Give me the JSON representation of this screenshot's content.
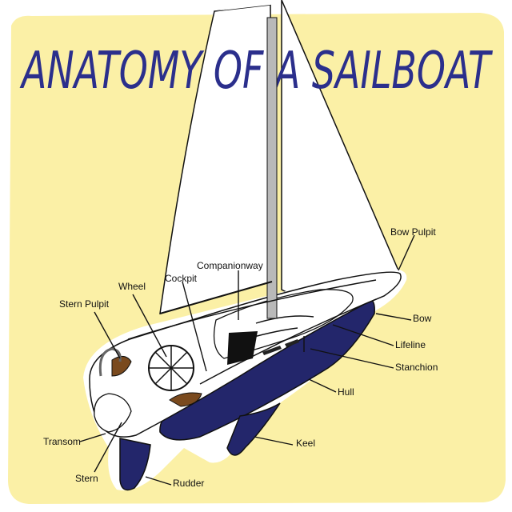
{
  "title": "ANATOMY OF A SAILBOAT",
  "colors": {
    "background": "#fbf0a6",
    "title": "#2b2f8c",
    "hull": "#23266b",
    "sail": "#ffffff",
    "mast": "#b9b9b9",
    "seat": "#7a4a1e",
    "outline": "#111111"
  },
  "labels": {
    "bow_pulpit": "Bow Pulpit",
    "companionway": "Companionway",
    "cockpit": "Cockpit",
    "wheel": "Wheel",
    "stern_pulpit": "Stern Pulpit",
    "bow": "Bow",
    "lifeline": "Lifeline",
    "stanchion": "Stanchion",
    "hull": "Hull",
    "keel": "Keel",
    "transom": "Transom",
    "stern": "Stern",
    "rudder": "Rudder"
  }
}
